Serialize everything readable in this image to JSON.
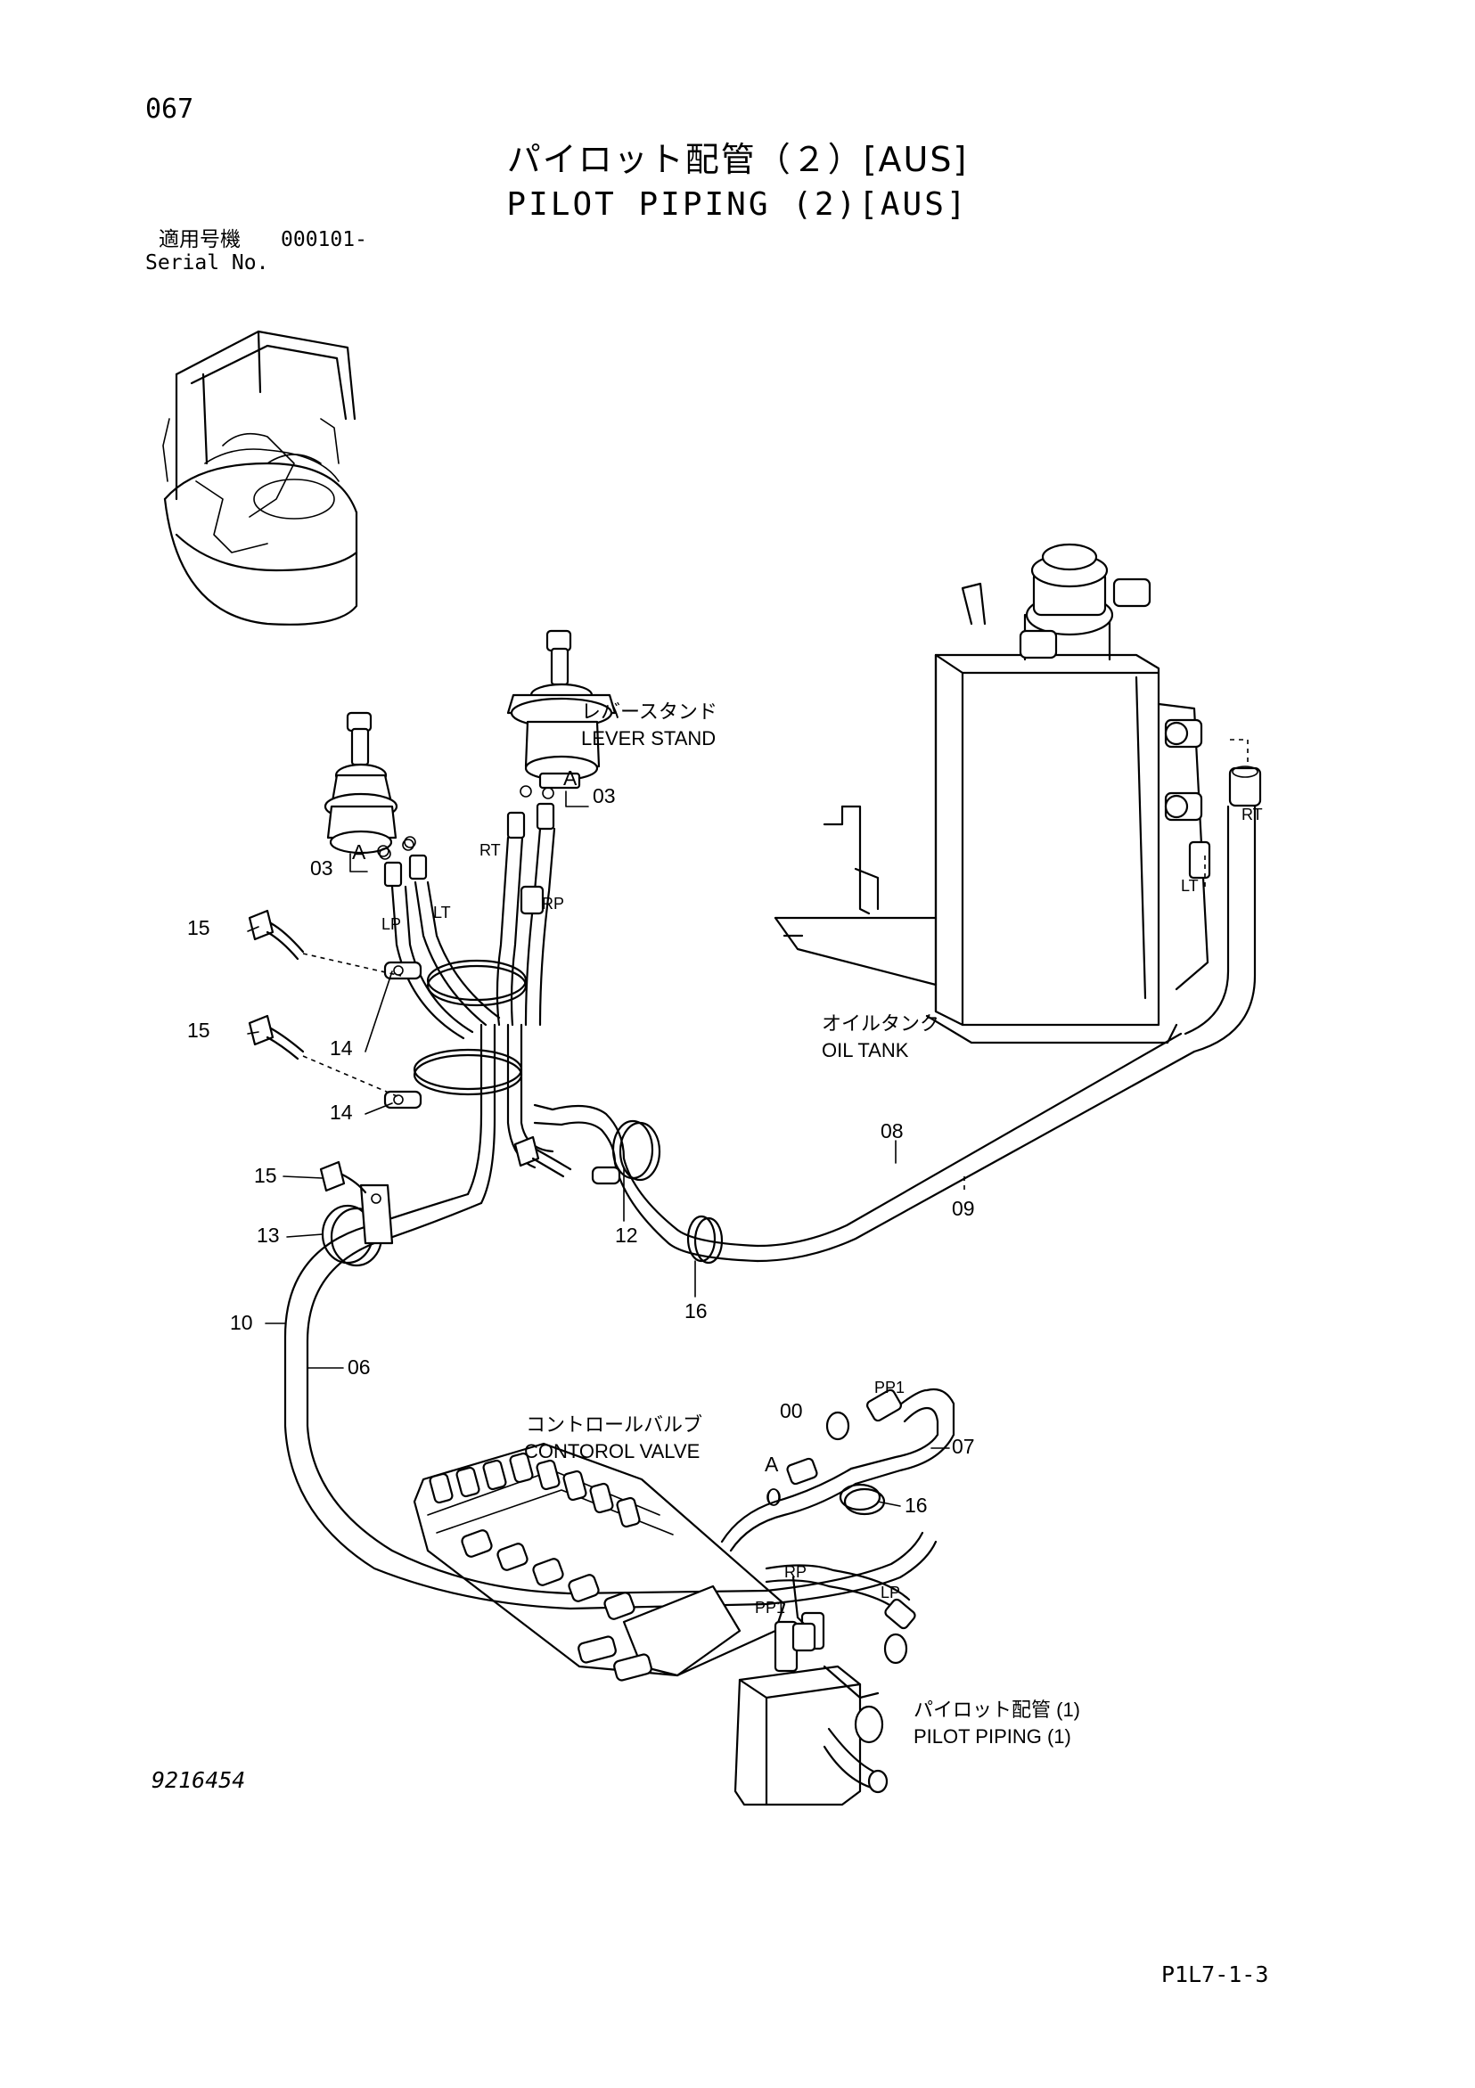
{
  "header": {
    "page_number": "067",
    "title_jp": "パイロット配管（２）[AUS]",
    "title_en": "PILOT PIPING (2)[AUS]",
    "serial_label_jp": "適用号機",
    "serial_value": "000101-",
    "serial_label_en": "Serial No."
  },
  "labels": {
    "lever_stand_jp": "レバースタンド",
    "lever_stand_en": "LEVER STAND",
    "oil_tank_jp": "オイルタンク",
    "oil_tank_en": "OIL TANK",
    "control_valve_jp": "コントロールバルブ",
    "control_valve_en": "CONTOROL VALVE",
    "pilot_piping1_jp": "パイロット配管 (1)",
    "pilot_piping1_en": "PILOT PIPING (1)"
  },
  "port_labels": {
    "a": "A",
    "rt": "RT",
    "rp": "RP",
    "lp": "LP",
    "lt": "LT",
    "pp1": "PP1"
  },
  "callouts": {
    "c00": "00",
    "c03": "03",
    "c06": "06",
    "c07": "07",
    "c08": "08",
    "c09": "09",
    "c10": "10",
    "c12": "12",
    "c13": "13",
    "c14": "14",
    "c15": "15",
    "c16": "16"
  },
  "footer": {
    "drawing_number": "9216454",
    "sheet_code": "P1L7-1-3"
  }
}
